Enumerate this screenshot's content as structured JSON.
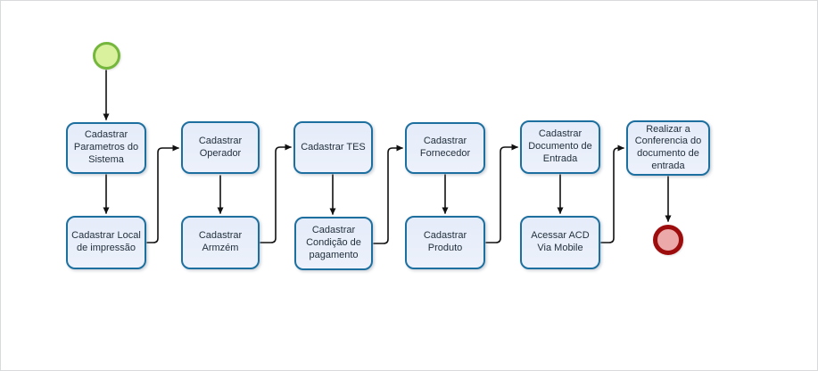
{
  "diagram": {
    "type": "flowchart",
    "colors": {
      "task_border": "#1d6f9f",
      "task_fill": "#e9effa",
      "task_text": "#22303e",
      "connector": "#111111",
      "start_event_border": "#74b73c",
      "start_event_fill": "#d9f09c",
      "end_event_border": "#9e0d0d",
      "end_event_fill": "#eba9a9"
    },
    "tasks": [
      {
        "label": "Cadastrar Parametros do Sistema"
      },
      {
        "label": "Cadastrar Local de impressão"
      },
      {
        "label": "Cadastrar Operador"
      },
      {
        "label": "Cadastrar Armzém"
      },
      {
        "label": "Cadastrar TES"
      },
      {
        "label": "Cadastrar Condição de pagamento"
      },
      {
        "label": "Cadastrar Fornecedor"
      },
      {
        "label": "Cadastrar Produto"
      },
      {
        "label": "Cadastrar Documento de Entrada"
      },
      {
        "label": "Acessar ACD Via Mobile"
      },
      {
        "label": "Realizar a Conferencia do documento de entrada"
      }
    ],
    "events": {
      "start": {
        "kind": "start-event"
      },
      "end": {
        "kind": "end-event"
      }
    },
    "edges": [
      [
        "start",
        "Cadastrar Parametros do Sistema"
      ],
      [
        "Cadastrar Parametros do Sistema",
        "Cadastrar Local de impressão"
      ],
      [
        "Cadastrar Local de impressão",
        "Cadastrar Operador"
      ],
      [
        "Cadastrar Operador",
        "Cadastrar Armzém"
      ],
      [
        "Cadastrar Armzém",
        "Cadastrar TES"
      ],
      [
        "Cadastrar TES",
        "Cadastrar Condição de pagamento"
      ],
      [
        "Cadastrar Condição de pagamento",
        "Cadastrar Fornecedor"
      ],
      [
        "Cadastrar Fornecedor",
        "Cadastrar Produto"
      ],
      [
        "Cadastrar Produto",
        "Cadastrar Documento de Entrada"
      ],
      [
        "Cadastrar Documento de Entrada",
        "Acessar ACD Via Mobile"
      ],
      [
        "Acessar ACD Via Mobile",
        "Realizar a Conferencia do documento de entrada"
      ],
      [
        "Realizar a Conferencia do documento de entrada",
        "end"
      ]
    ]
  }
}
